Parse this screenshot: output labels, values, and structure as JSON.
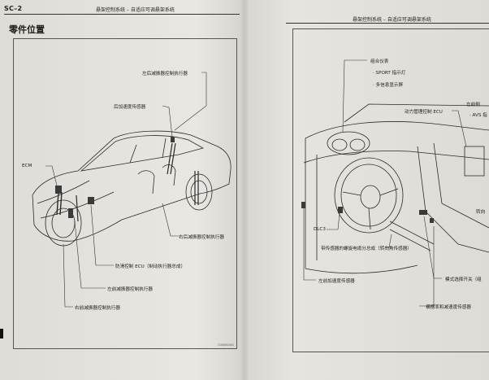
{
  "left_page": {
    "code": "SC–2",
    "header": "悬架控制系统 – 自适应可调悬架系统",
    "section_title": "零件位置",
    "labels": {
      "ecm": "ECM",
      "rear_right_actuator": "左后减振器控制执行器",
      "rear_accel_sensor": "后加速度传感器",
      "rear_left_actuator": "右后减振器控制执行器",
      "brake_ecu": "防滑控制 ECU（制动执行器总成）",
      "front_left_actuator": "左前减振器控制执行器",
      "front_right_actuator": "右前减振器控制执行器"
    },
    "figure_code": "C00000001"
  },
  "right_page": {
    "header": "悬架控制系统 – 自适应可调悬架系统",
    "labels": {
      "meter": "组合仪表",
      "sport_lamp": "· SPORT 指示灯",
      "info_display": "· 多信息显示屏",
      "power_ecu": "动力管理控制 ECU",
      "front_part": "左前侧",
      "avs": "· AVS 指",
      "dlc3": "DLC3",
      "spiral": "带传感器的螺旋电缆分总成（转向角传感器）",
      "front_accel": "左前加速度传感器",
      "mode_switch": "模式选择开关（组",
      "yaw_sensor": "横摆率和减速度传感器",
      "side_part": "转向"
    }
  }
}
